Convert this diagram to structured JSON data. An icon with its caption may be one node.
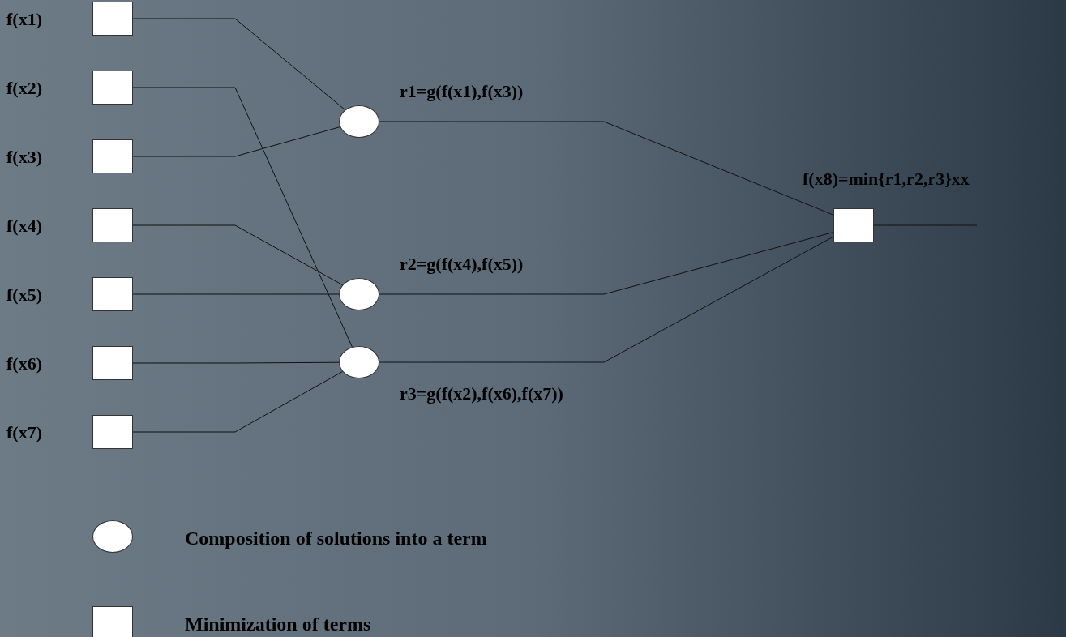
{
  "diagram": {
    "nodes": [
      {
        "text": [
          "f(x1)"
        ]
      },
      {
        "text": [
          "f(x2)"
        ]
      },
      {
        "text": [
          "f(x3)"
        ]
      },
      {
        "text": [
          "f(x4)"
        ]
      },
      {
        "text": [
          "f(x5)"
        ]
      },
      {
        "text": [
          "f(x6)"
        ]
      },
      {
        "text": [
          "f(x7)"
        ]
      },
      {
        "text": [],
        "shape": "circle",
        "beside": [
          "r1=g(f(x1),f(x3))"
        ]
      },
      {
        "text": [],
        "shape": "circle",
        "beside": [
          "r2=g(f(x4),f(x5))"
        ]
      },
      {
        "text": [],
        "shape": "circle",
        "beside": [
          "r3=g(f(x2),f(x6),f(x7))"
        ]
      },
      {
        "text": [],
        "shape": "box",
        "beside": [
          "f(x8)=min{r1,r2,r3}xx"
        ]
      }
    ],
    "edges": [
      {
        "from": 0,
        "to": 7,
        "arrow": "none"
      },
      {
        "from": 2,
        "to": 7,
        "arrow": "none"
      },
      {
        "from": 3,
        "to": 8,
        "arrow": "none"
      },
      {
        "from": 4,
        "to": 8,
        "arrow": "none"
      },
      {
        "from": 1,
        "to": 9,
        "arrow": "none"
      },
      {
        "from": 5,
        "to": 9,
        "arrow": "none"
      },
      {
        "from": 6,
        "to": 9,
        "arrow": "none"
      },
      {
        "from": 7,
        "to": 10,
        "arrow": "none"
      },
      {
        "from": 8,
        "to": 10,
        "arrow": "none"
      },
      {
        "from": 9,
        "to": 10,
        "arrow": "none"
      },
      {
        "from": 10,
        "to": null,
        "arrow": "none"
      }
    ],
    "legend": [
      {
        "text": "Composition of solutions into a term"
      },
      {
        "text": "Minimization of terms"
      }
    ]
  }
}
